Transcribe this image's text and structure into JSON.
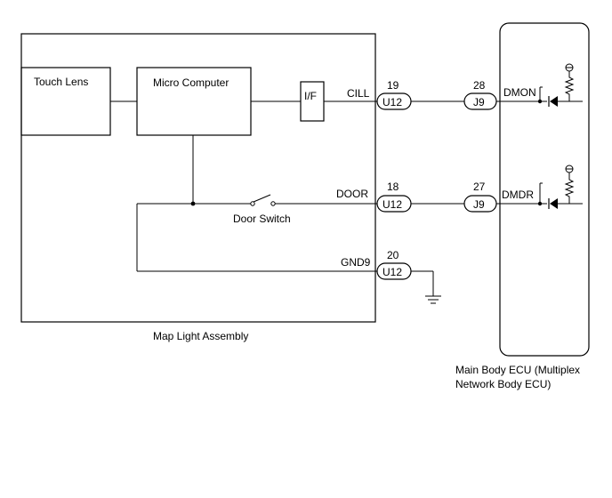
{
  "map_light_assembly": {
    "label": "Map Light Assembly",
    "touch_lens_label": "Touch Lens",
    "micro_computer_label": "Micro Computer",
    "interface_label": "I/F",
    "door_switch_label": "Door Switch"
  },
  "wires": {
    "cill": {
      "signal": "CILL",
      "pin": "19",
      "connector": "U12",
      "ecu_pin": "28",
      "ecu_connector": "J9",
      "ecu_signal": "DMON"
    },
    "door": {
      "signal": "DOOR",
      "pin": "18",
      "connector": "U12",
      "ecu_pin": "27",
      "ecu_connector": "J9",
      "ecu_signal": "DMDR"
    },
    "gnd": {
      "signal": "GND9",
      "pin": "20",
      "connector": "U12"
    }
  },
  "ecu": {
    "label_line1": "Main Body ECU (Multiplex",
    "label_line2": "Network Body ECU)"
  }
}
